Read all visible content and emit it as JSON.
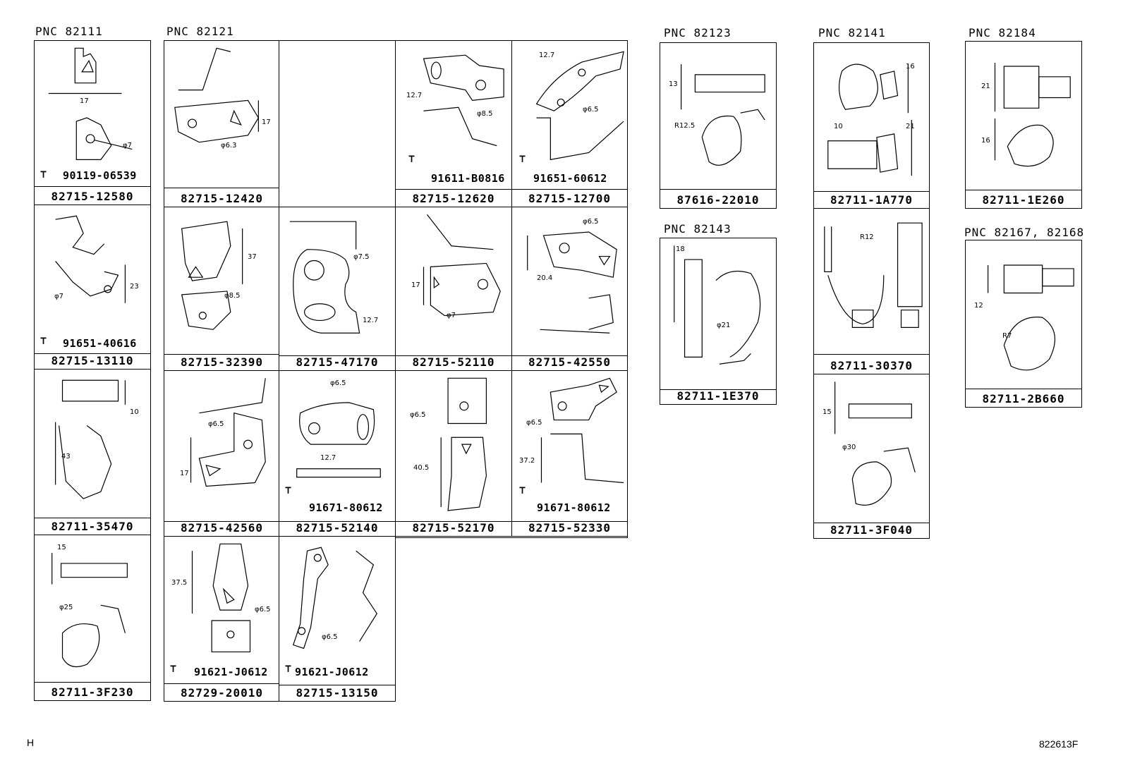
{
  "groups": {
    "g82111": "PNC 82111",
    "g82121": "PNC 82121",
    "g82123": "PNC 82123",
    "g82141": "PNC 82141",
    "g82184": "PNC 82184",
    "g82143": "PNC 82143",
    "g82167": "PNC 82167, 82168"
  },
  "parts": {
    "c1": {
      "pn": "82715-12580",
      "bolt": "90119-06539",
      "d1": "17",
      "d2": "φ7"
    },
    "c2": {
      "pn": "82715-13110",
      "bolt": "91651-40616",
      "d1": "23",
      "d2": "φ7"
    },
    "c3": {
      "pn": "82711-35470",
      "d1": "10",
      "d2": "43"
    },
    "c4": {
      "pn": "82711-3F230",
      "d1": "15",
      "d2": "φ25"
    },
    "c5": {
      "pn": "82715-12420",
      "d1": "17",
      "d2": "φ6.3"
    },
    "c6": {
      "pn": "82715-32390",
      "d1": "37",
      "d2": "φ8.5"
    },
    "c7": {
      "pn": "82715-42560",
      "d1": "φ6.5",
      "d2": "17"
    },
    "c8": {
      "pn": "82729-20010",
      "bolt": "91621-J0612",
      "d1": "37.5",
      "d2": "φ6.5"
    },
    "c9": {
      "pn": "82715-47170",
      "d1": "φ7.5",
      "d2": "12.7"
    },
    "c10": {
      "pn": "82715-52140",
      "bolt": "91671-80612",
      "d1": "φ6.5",
      "d2": "12.7"
    },
    "c11": {
      "pn": "82715-13150",
      "bolt": "91621-J0612",
      "d1": "φ6.5"
    },
    "c12": {
      "pn": "82715-12620",
      "bolt": "91611-B0816",
      "d1": "12.7",
      "d2": "φ8.5"
    },
    "c13": {
      "pn": "82715-52110",
      "d1": "17",
      "d2": "φ7"
    },
    "c14": {
      "pn": "82715-52170",
      "d1": "φ6.5",
      "d2": "40.5"
    },
    "c15": {
      "pn": "82715-12700",
      "bolt": "91651-60612",
      "d1": "12.7",
      "d2": "φ6.5"
    },
    "c16": {
      "pn": "82715-42550",
      "d1": "φ6.5",
      "d2": "20.4"
    },
    "c17": {
      "pn": "82715-52330",
      "bolt": "91671-80612",
      "d1": "φ6.5",
      "d2": "37.2"
    },
    "c18": {
      "pn": "87616-22010",
      "d1": "13",
      "d2": "R12.5"
    },
    "c19": {
      "pn": "82711-1E370",
      "d1": "18",
      "d2": "φ21"
    },
    "c20": {
      "pn": "82711-1A770",
      "d1": "16",
      "d2": "10",
      "d3": "21"
    },
    "c21": {
      "pn": "82711-30370",
      "d1": "R12"
    },
    "c22": {
      "pn": "82711-3F040",
      "d1": "15",
      "d2": "φ30"
    },
    "c23": {
      "pn": "82711-1E260",
      "d1": "21",
      "d2": "16"
    },
    "c24": {
      "pn": "82711-2B660",
      "d1": "12",
      "d2": "R7"
    }
  },
  "footer": {
    "left": "H",
    "right": "822613F"
  }
}
